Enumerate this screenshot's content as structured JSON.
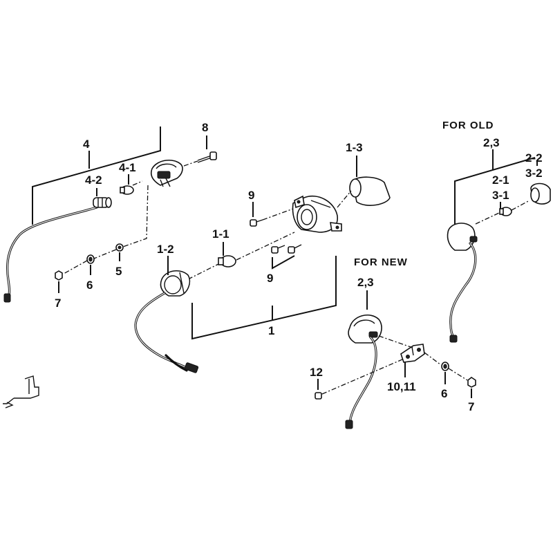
{
  "headers": {
    "for_old": "FOR OLD",
    "for_new": "FOR NEW"
  },
  "labels": {
    "l4": "4",
    "l4_2": "4-2",
    "l4_1": "4-1",
    "l8": "8",
    "l1_3": "1-3",
    "l9_top": "9",
    "l1_1": "1-1",
    "l1_2": "1-2",
    "l5": "5",
    "l6_left": "6",
    "l7_left": "7",
    "l9_bottom": "9",
    "l1": "1",
    "l2_3_old": "2,3",
    "l2_2": "2-2",
    "l2_1": "2-1",
    "l3_2": "3-2",
    "l3_1": "3-1",
    "l2_3_new": "2,3",
    "l12": "12",
    "l10_11": "10,11",
    "l6_right": "6",
    "l7_right": "7"
  }
}
